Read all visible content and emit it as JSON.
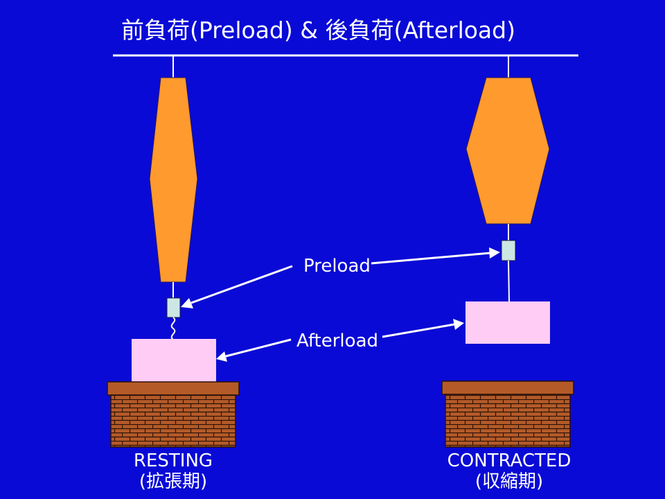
{
  "title": "前負荷(Preload) & 後負荷(Afterload)",
  "labels": {
    "preload": "Preload",
    "afterload": "Afterload"
  },
  "captions": {
    "resting": {
      "line1": "RESTING",
      "line2": "(拡張期)"
    },
    "contracted": {
      "line1": "CONTRACTED",
      "line2": "(収縮期)"
    }
  },
  "colors": {
    "background": "#0a0ad6",
    "muscle": "#ff9a2e",
    "weight": "#ffccf5",
    "spring": "#cce7e3",
    "brick": "#b45a28",
    "mortar": "#2a1208",
    "lines": "#ffffff"
  }
}
